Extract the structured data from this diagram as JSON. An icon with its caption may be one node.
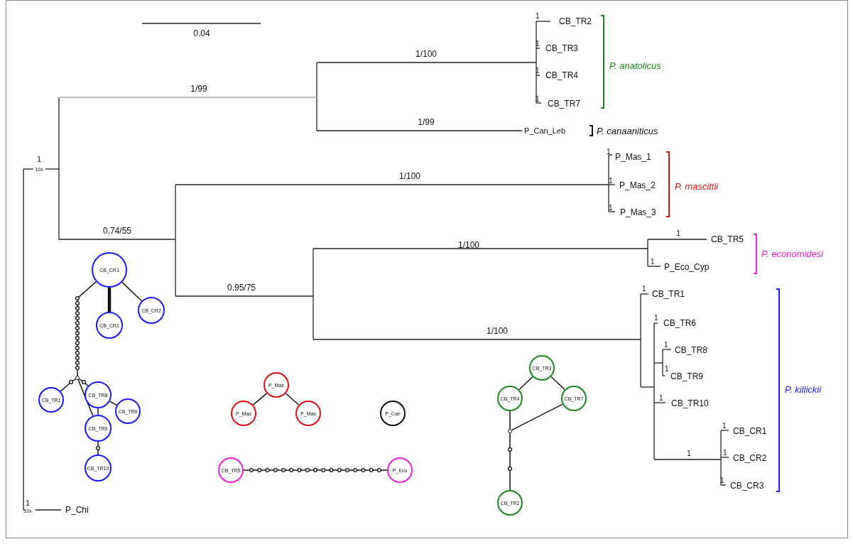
{
  "diagram": {
    "nodes": [
      {
        "text": [
          "CB_CR3"
        ]
      },
      {
        "text": [
          "CB_CR1"
        ]
      },
      {
        "text": [
          "CB_CR2"
        ]
      },
      {
        "text": [],
        "shape": "circle"
      },
      {
        "text": [
          "CB_TR1"
        ]
      },
      {
        "text": [
          "CB_TR8"
        ]
      },
      {
        "text": [
          "CB_TR9"
        ]
      },
      {
        "text": [
          "CB_TR6"
        ]
      },
      {
        "text": [
          "CB_TR10"
        ]
      },
      {
        "text": [
          "P_Mas"
        ]
      },
      {
        "text": [
          "P_Mas"
        ]
      },
      {
        "text": [
          "P_Mas"
        ]
      },
      {
        "text": [
          "P_Can"
        ]
      },
      {
        "text": [
          "CB_TR5"
        ]
      },
      {
        "text": [
          "P_Eco"
        ]
      },
      {
        "text": [
          "CB_TR3"
        ]
      },
      {
        "text": [
          "CB_TR4"
        ]
      },
      {
        "text": [
          "CB_TR7"
        ]
      },
      {
        "text": [],
        "shape": "circle"
      },
      {
        "text": [
          "CB_TR2"
        ]
      }
    ],
    "edges": [
      {
        "from": 0,
        "to": 1,
        "arrow": "none",
        "style": "thick"
      },
      {
        "from": 0,
        "to": 2,
        "arrow": "none"
      },
      {
        "from": 0,
        "to": 3,
        "arrow": "none"
      },
      {
        "from": 3,
        "to": 4,
        "arrow": "none"
      },
      {
        "from": 3,
        "to": 5,
        "arrow": "none"
      },
      {
        "from": 3,
        "to": 7,
        "arrow": "none"
      },
      {
        "from": 5,
        "to": 7,
        "arrow": "none"
      },
      {
        "from": 5,
        "to": 6,
        "arrow": "none"
      },
      {
        "from": 7,
        "to": 8,
        "arrow": "none"
      },
      {
        "from": 9,
        "to": 10,
        "arrow": "none"
      },
      {
        "from": 9,
        "to": 11,
        "arrow": "none"
      },
      {
        "from": 13,
        "to": 14,
        "arrow": "none"
      },
      {
        "from": 15,
        "to": 16,
        "arrow": "none"
      },
      {
        "from": 15,
        "to": 17,
        "arrow": "none"
      },
      {
        "from": 16,
        "to": 18,
        "arrow": "none"
      },
      {
        "from": 17,
        "to": 18,
        "arrow": "none"
      },
      {
        "from": 18,
        "to": 19,
        "arrow": "none"
      }
    ],
    "labels": [
      "0.04",
      "1/100",
      "1",
      "CB_TR2",
      "1",
      "CB_TR3",
      "P. anatolicus",
      "1/99",
      "1",
      "CB_TR4",
      "1",
      "CB_TR7",
      "1/99",
      "P_Can_Leb",
      "P. canaaniticus",
      "1",
      "P_Mas_1",
      "1",
      "10x",
      "1/100",
      "1",
      "P_Mas_2",
      "P. mascittii",
      "1",
      "P_Mas_3",
      "0.74/55",
      "1",
      "CB_TR5",
      "1/100",
      "P. economidesi",
      "1",
      "P_Eco_Cyp",
      "0.95/75",
      "1",
      "CB_TR1",
      "1",
      "CB_TR6",
      "1/100",
      "1",
      "CB_TR8",
      "1",
      "CB_TR9",
      "P. killickii",
      "1",
      "CB_TR10",
      "1",
      "CB_CR1",
      "1",
      "1",
      "CB_CR2",
      "1",
      "CB_CR3",
      "1",
      "10x",
      "P_Chi"
    ]
  }
}
